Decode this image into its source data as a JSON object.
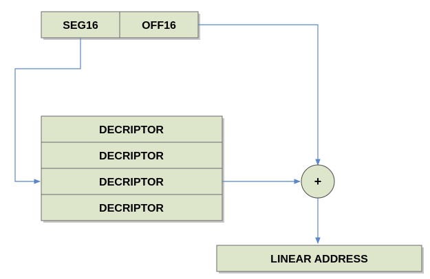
{
  "selector": {
    "segment_label": "SEG16",
    "offset_label": "OFF16"
  },
  "descriptor_table": {
    "rows": [
      "DECRIPTOR",
      "DECRIPTOR",
      "DECRIPTOR",
      "DECRIPTOR"
    ]
  },
  "adder": {
    "symbol": "+"
  },
  "output": {
    "label": "LINEAR ADDRESS"
  },
  "colors": {
    "box_fill": "#dde5cb",
    "box_border": "#6a6a6a",
    "connector": "#5b86c9"
  }
}
